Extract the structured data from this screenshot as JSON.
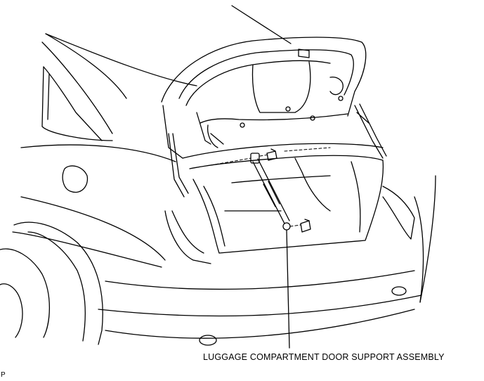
{
  "figure": {
    "callout_label": "LUGGAGE COMPARTMENT DOOR SUPPORT ASSEMBLY",
    "figure_code": "P"
  },
  "colors": {
    "line": "#000000",
    "background": "#ffffff"
  },
  "parts": [
    {
      "name": "vehicle-rear-body"
    },
    {
      "name": "luggage-compartment-door"
    },
    {
      "name": "door-support-assembly"
    },
    {
      "name": "support-bracket-upper"
    },
    {
      "name": "support-bracket-lower"
    },
    {
      "name": "rear-wheel"
    },
    {
      "name": "exhaust-tip"
    }
  ]
}
